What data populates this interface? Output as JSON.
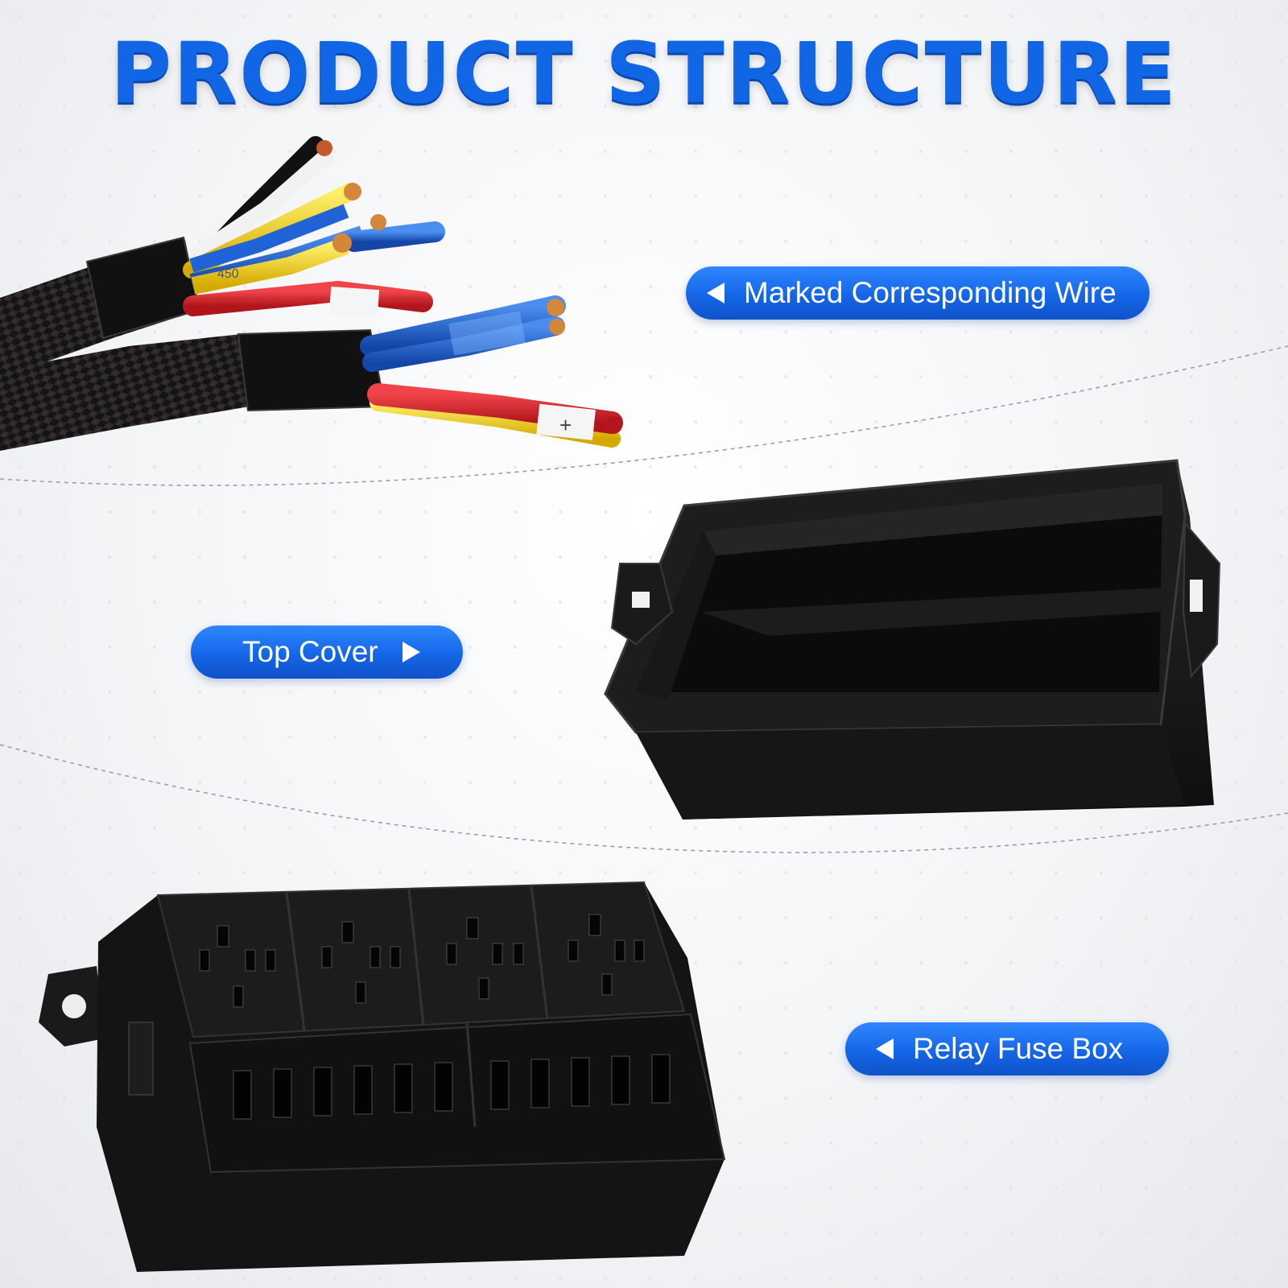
{
  "title": "PRODUCT STRUCTURE",
  "labels": {
    "marked_wire": "Marked Corresponding Wire",
    "top_cover": "Top Cover",
    "relay_fuse_box": "Relay Fuse Box"
  },
  "wire_marks": {
    "top_sleeve_code": "450",
    "plus_sign": "+"
  },
  "colors": {
    "title_blue": "#1166e6",
    "pill_blue": "#1566e8",
    "wire_red": "#d8232a",
    "wire_blue": "#1f63d6",
    "wire_yellow": "#f2d21b",
    "plastic_black": "#141414"
  },
  "icons": [
    "triangle-left-icon",
    "triangle-right-icon",
    "triangle-left-icon"
  ]
}
